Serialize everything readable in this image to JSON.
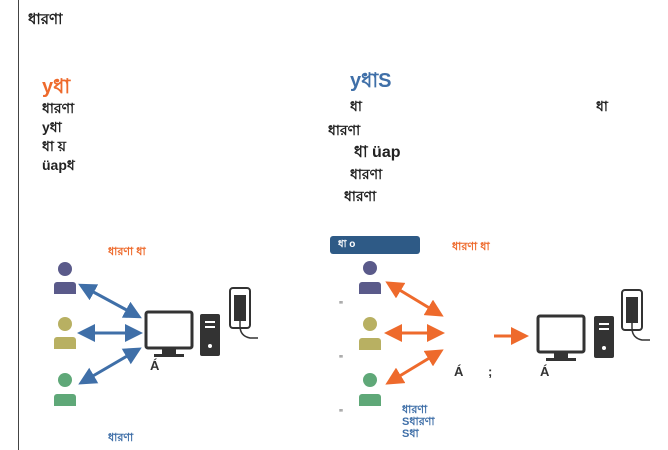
{
  "title": "ধারণা",
  "left": {
    "heading": "yধা",
    "items": [
      "ধারণা",
      "yধা",
      "ধা য়",
      "üapধ"
    ],
    "label_top": "ধারণা ধা",
    "label_bottom": "ধারণা",
    "computer_label": "Á"
  },
  "right": {
    "heading": "yধাS",
    "items": [
      "ধা",
      "ধারণা",
      "ধা üap",
      "ধারণা",
      "ধারণা"
    ],
    "right_mark": "ধা",
    "badge": "ধা o",
    "label_top": "ধারণা ধা",
    "label_bottom": [
      "ধারণা",
      "Sধারণা",
      "Sধা"
    ],
    "computer_label_1": "Á",
    "computer_label_2": "Á",
    "side_mark": ";",
    "quote_marks": [
      "\"",
      "\"",
      "\""
    ]
  },
  "colors": {
    "orange": "#ee6a2c",
    "blue": "#3f6fa8",
    "person_dark": "#5a5a8a",
    "person_olive": "#b8b062",
    "person_green": "#5fa878"
  }
}
